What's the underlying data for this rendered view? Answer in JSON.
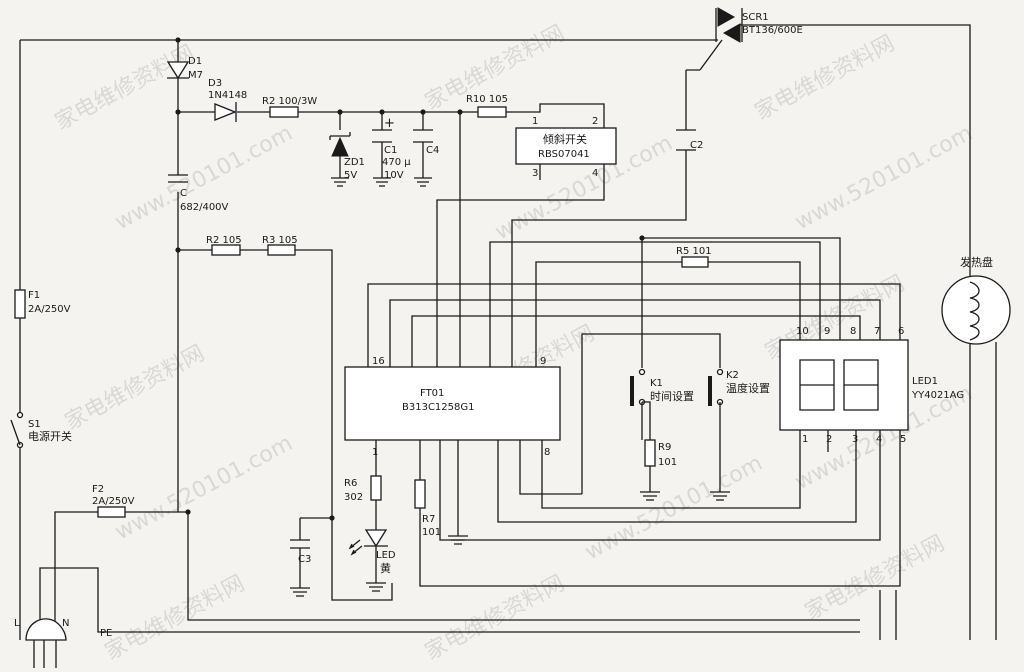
{
  "labels": {
    "d1": "D1",
    "d1_val": "M7",
    "d3": "D3",
    "d3_val": "1N4148",
    "r2a": "R2 100/3W",
    "zd1": "ZD1",
    "zd1_val": "5V",
    "c1_plus": "+",
    "c1": "C1",
    "c1_val": "470 μ",
    "c1_v": "10V",
    "c4": "C4",
    "r10": "R10 105",
    "tilt_cn": "倾斜开关",
    "tilt_part": "RBS07041",
    "tilt_p1": "1",
    "tilt_p2": "2",
    "tilt_p3": "3",
    "tilt_p4": "4",
    "scr": "SCR1",
    "scr_val": "BT136/600E",
    "c2": "C2",
    "c": "C",
    "c_val": "682/400V",
    "r2b": "R2 105",
    "r3": "R3 105",
    "r5": "R5 101",
    "f1": "F1",
    "f1_val": "2A/250V",
    "s1": "S1",
    "s1_cn": "电源开关",
    "f2": "F2",
    "f2_val": "2A/250V",
    "ic": "FT01",
    "ic_part": "B313C1258G1",
    "ic_p16": "16",
    "ic_p9": "9",
    "ic_p1": "1",
    "ic_p8": "8",
    "k1": "K1",
    "k1_cn": "时间设置",
    "k2": "K2",
    "k2_cn": "温度设置",
    "r9": "R9",
    "r9_val": "101",
    "r6": "R6",
    "r6_val": "302",
    "r7": "R7",
    "r7_val": "101",
    "led_lbl": "LED",
    "led_cn": "黄",
    "c3": "C3",
    "led1": "LED1",
    "led1_part": "YY4021AG",
    "led1_p10": "10",
    "led1_p9": "9",
    "led1_p8": "8",
    "led1_p7": "7",
    "led1_p6": "6",
    "led1_p1": "1",
    "led1_p2": "2",
    "led1_p3": "3",
    "led1_p4": "4",
    "led1_p5": "5",
    "heater": "发热盘",
    "plug_l": "L",
    "plug_n": "N",
    "plug_pe": "PE"
  },
  "watermark": "家电维修资料网",
  "watermark_url": "www.520101.com"
}
